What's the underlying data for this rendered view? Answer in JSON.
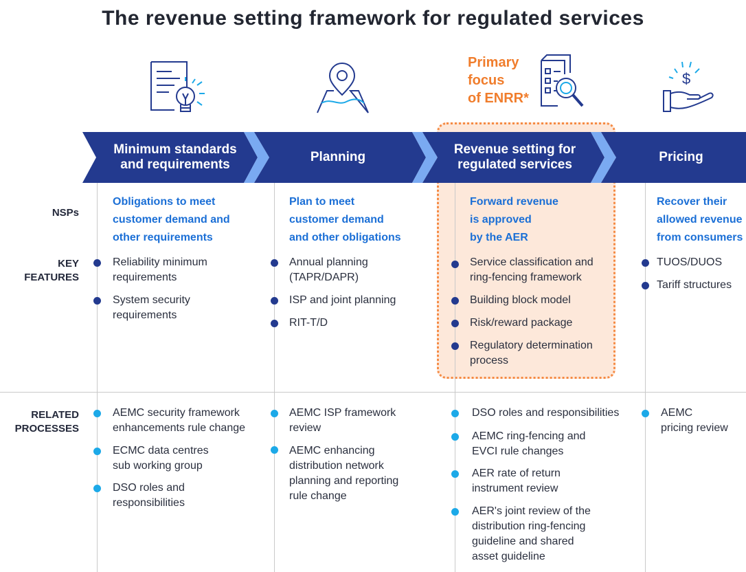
{
  "title": "The revenue setting framework for regulated services",
  "focus_label": [
    "Primary",
    "focus",
    "of ENRR*"
  ],
  "colors": {
    "banner": "#233a8f",
    "focus_orange": "#f07d2c",
    "heading_blue": "#1b6fd6",
    "feature_dot": "#233a8f",
    "related_dot": "#1ca9e8"
  },
  "row_labels": {
    "nsps": "NSPs",
    "key_features": [
      "KEY",
      "FEATURES"
    ],
    "related_processes": [
      "RELATED",
      "PROCESSES"
    ]
  },
  "stages": [
    {
      "icon": "document-lightbulb-icon",
      "title": [
        "Minimum standards",
        "and requirements"
      ],
      "nsps": [
        "Obligations to meet",
        "customer demand and",
        "other requirements"
      ],
      "features": [
        [
          "Reliability minimum",
          "requirements"
        ],
        [
          "System security",
          "requirements"
        ]
      ],
      "related": [
        [
          "AEMC security framework",
          "enhancements rule change"
        ],
        [
          "ECMC data centres",
          "sub working group"
        ],
        [
          "DSO roles and",
          "responsibilities"
        ]
      ]
    },
    {
      "icon": "map-pin-icon",
      "title": [
        "Planning"
      ],
      "nsps": [
        "Plan to meet",
        "customer demand",
        "and other obligations"
      ],
      "features": [
        [
          "Annual planning",
          "(TAPR/DAPR)"
        ],
        [
          "ISP and joint planning"
        ],
        [
          "RIT-T/D"
        ]
      ],
      "related": [
        [
          "AEMC ISP framework",
          "review"
        ],
        [
          "AEMC enhancing",
          "distribution network",
          "planning and reporting",
          "rule change"
        ]
      ]
    },
    {
      "icon": "checklist-magnifier-icon",
      "title": [
        "Revenue setting for",
        "regulated services"
      ],
      "nsps": [
        "Forward revenue",
        "is approved",
        "by the AER"
      ],
      "features": [
        [
          "Service classification and",
          "ring-fencing framework"
        ],
        [
          "Building block model"
        ],
        [
          "Risk/reward package"
        ],
        [
          "Regulatory determination",
          "process"
        ]
      ],
      "related": [
        [
          "DSO roles and responsibilities"
        ],
        [
          "AEMC ring-fencing and",
          "EVCI rule changes"
        ],
        [
          "AER rate of return",
          "instrument review"
        ],
        [
          "AER's joint review of the",
          "distribution ring-fencing",
          "guideline and shared",
          "asset guideline"
        ]
      ]
    },
    {
      "icon": "hand-dollar-icon",
      "title": [
        "Pricing"
      ],
      "nsps": [
        "Recover their",
        "allowed revenue",
        "from consumers"
      ],
      "features": [
        [
          "TUOS/DUOS"
        ],
        [
          "Tariff structures"
        ]
      ],
      "related": [
        [
          "AEMC",
          "pricing review"
        ]
      ]
    }
  ]
}
